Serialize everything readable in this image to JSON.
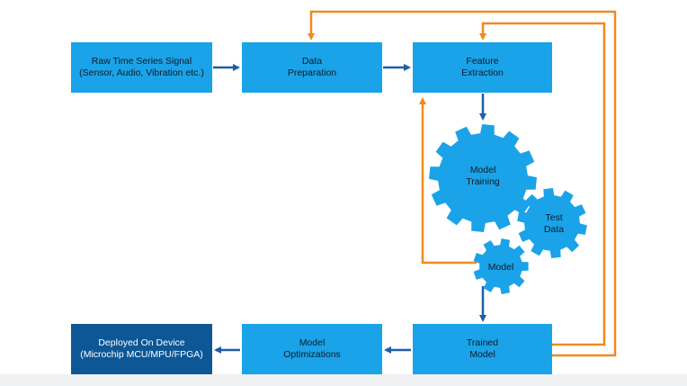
{
  "colors": {
    "box": "#1aa3e8",
    "box_dark": "#0d5796",
    "arrow_blue": "#1e5ea8",
    "arrow_orange": "#ef8a1f",
    "gear": "#1aa3e8"
  },
  "boxes": {
    "raw_signal": {
      "line1": "Raw Time Series Signal",
      "line2": "(Sensor, Audio, Vibration etc.)"
    },
    "data_prep": {
      "line1": "Data",
      "line2": "Preparation"
    },
    "feature_extraction": {
      "line1": "Feature",
      "line2": "Extraction"
    },
    "deployed": {
      "line1": "Deployed On Device",
      "line2": "(Microchip MCU/MPU/FPGA)"
    },
    "model_opt": {
      "line1": "Model",
      "line2": "Optimizations"
    },
    "trained_model": {
      "line1": "Trained",
      "line2": "Model"
    }
  },
  "gears": {
    "model_training": {
      "line1": "Model",
      "line2": "Training"
    },
    "test_data": {
      "line1": "Test",
      "line2": "Data"
    },
    "model": {
      "line1": "Model"
    }
  }
}
